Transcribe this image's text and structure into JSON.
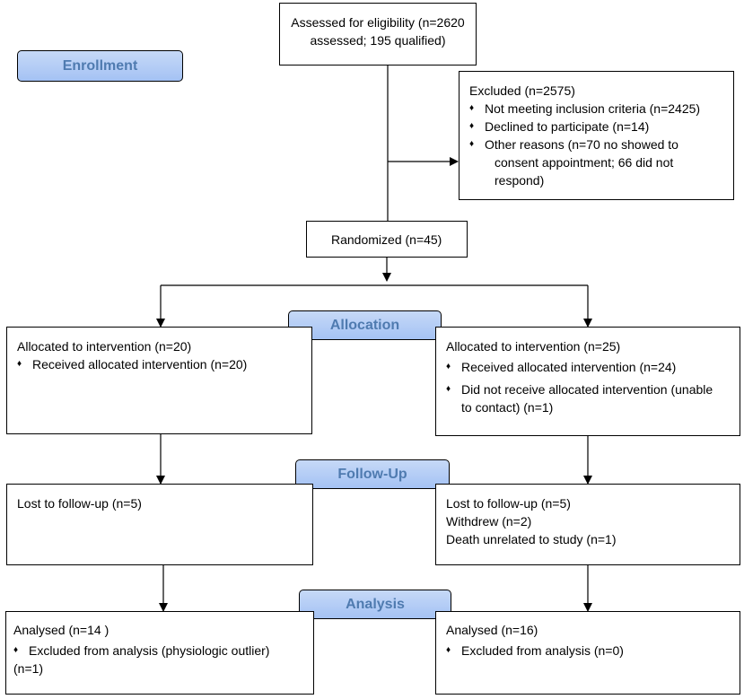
{
  "stages": {
    "enrollment": "Enrollment",
    "allocation": "Allocation",
    "follow_up": "Follow-Up",
    "analysis": "Analysis"
  },
  "assessed": {
    "line1": "Assessed for eligibility (n=2620",
    "line2": "assessed; 195 qualified)"
  },
  "excluded": {
    "title": "Excluded  (n=2575)",
    "items": [
      "Not meeting inclusion criteria (n=2425)",
      "Declined to participate (n=14)",
      "Other reasons (n=70 no showed to"
    ],
    "cont1": "consent appointment; 66 did not",
    "cont2": "respond)"
  },
  "randomized": "Randomized (n=45)",
  "left_arm": {
    "allocation_title": "Allocated to intervention (n=20)",
    "allocation_items": [
      "Received allocated intervention (n=20)"
    ],
    "followup_lines": [
      "Lost to follow-up (n=5)"
    ],
    "analysis_title": "Analysed  (n=14  )",
    "analysis_items": [
      "Excluded from analysis (physiologic outlier)"
    ],
    "analysis_cont": "(n=1)"
  },
  "right_arm": {
    "allocation_title": "Allocated to intervention (n=25)",
    "allocation_items": [
      "Received allocated intervention (n=24)",
      "Did not receive allocated intervention (unable"
    ],
    "allocation_cont": "to contact) (n=1)",
    "followup_lines": [
      "Lost to follow-up (n=5)",
      "Withdrew (n=2)",
      "Death unrelated to study (n=1)"
    ],
    "analysis_title": "Analysed  (n=16)",
    "analysis_items": [
      "Excluded from analysis (n=0)"
    ]
  }
}
